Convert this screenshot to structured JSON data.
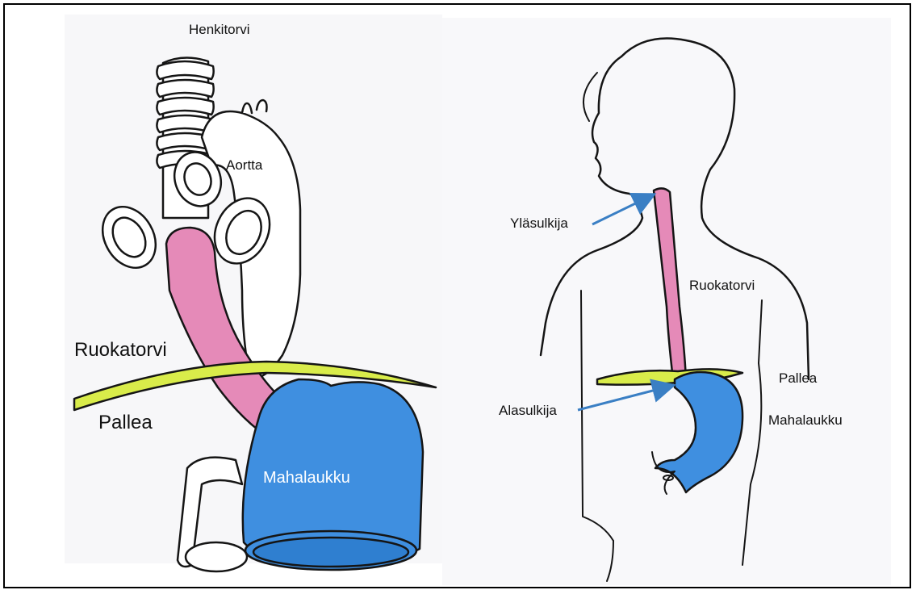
{
  "left_diagram": {
    "labels": {
      "trachea": "Henkitorvi",
      "aorta": "Aortta",
      "esophagus": "Ruokatorvi",
      "diaphragm": "Pallea",
      "stomach": "Mahalaukku"
    }
  },
  "right_diagram": {
    "labels": {
      "upper_sphincter": "Yläsulkija",
      "esophagus": "Ruokatorvi",
      "diaphragm": "Pallea",
      "lower_sphincter": "Alasulkija",
      "stomach": "Mahalaukku"
    }
  },
  "colors": {
    "esophagus": "#e58ab8",
    "stomach": "#3f8fe0",
    "diaphragm": "#d9ec4a",
    "arrow": "#3a7fc4",
    "outline": "#151515"
  }
}
